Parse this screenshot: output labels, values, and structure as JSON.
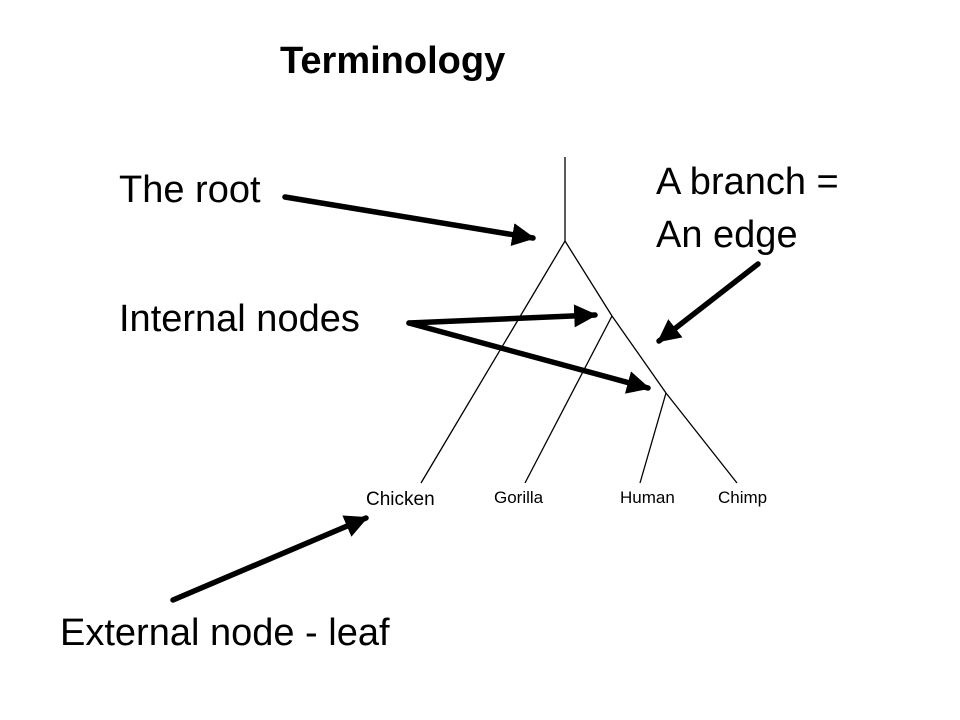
{
  "title": "Terminology",
  "labels": {
    "root": "The root",
    "branch_line1": "A branch =",
    "branch_line2": "An edge",
    "internal_nodes": "Internal nodes",
    "external_node": "External node - leaf"
  },
  "leaves": [
    "Chicken",
    "Gorilla",
    "Human",
    "Chimp"
  ],
  "colors": {
    "ink": "#000000",
    "background": "#ffffff"
  }
}
